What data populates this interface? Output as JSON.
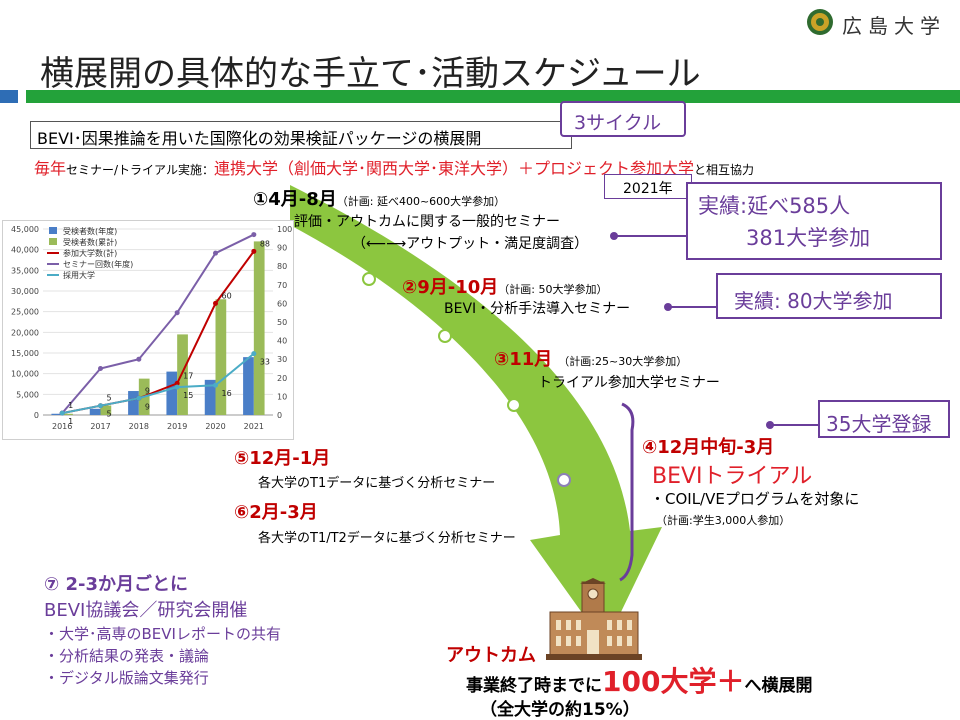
{
  "header": {
    "logo_text": "広島大学",
    "title": "横展開の具体的な手立て･活動スケジュール"
  },
  "colors": {
    "title_bar_blue": "#2e6db5",
    "title_bar_green": "#23a23a",
    "arrow_green": "#8cc63f",
    "accent_purple": "#6a3d9a",
    "accent_red": "#e0202a"
  },
  "package": {
    "label": "BEVI･因果推論を用いた国際化の効果検証パッケージの横展開",
    "cycles": "3サイクル"
  },
  "annual": {
    "prefix": "毎年",
    "middle": "セミナー/トライアル実施：",
    "partners": "連携大学（創価大学･関西大学･東洋大学）＋プロジェクト参加大学",
    "suffix_small": "と",
    "suffix_big": "相互協力"
  },
  "year_badge": "2021年",
  "results": {
    "r1_line1": "実績:延べ585人",
    "r1_line2": "381大学参加",
    "r2": "実績: 80大学参加",
    "r3": "35大学登録"
  },
  "steps": {
    "s1_title": "①4月-8月",
    "s1_plan": "（計画: 延べ400~600大学参加）",
    "s1_desc1": "評価・アウトカムに関する一般的セミナー",
    "s1_desc2": "（⟵⟶アウトプット・満足度調査）",
    "s2_title": "②9月-10月",
    "s2_plan": "（計画: 50大学参加）",
    "s2_desc": "BEVI・分析手法導入セミナー",
    "s3_title": "③11月",
    "s3_plan": "（計画:25~30大学参加）",
    "s3_desc": "トライアル参加大学セミナー",
    "s4_title": "④12月中旬-3月",
    "s4_sub": "BEVIトライアル",
    "s4_desc": "・COIL/VEプログラムを対象に",
    "s4_plan": "（計画:学生3,000人参加）",
    "s5_title": "⑤12月-1月",
    "s5_desc": "各大学のT1データに基づく分析セミナー",
    "s6_title": "⑥2月-3月",
    "s6_desc": "各大学のT1/T2データに基づく分析セミナー",
    "s7_title": "⑦ 2-3か月ごとに",
    "s7_sub": "BEVI協議会／研究会開催",
    "s7_items": [
      "・大学･高専のBEVIレポートの共有",
      "・分析結果の発表・議論",
      "・デジタル版論文集発行"
    ]
  },
  "outcome": {
    "label": "アウトカム",
    "line1_pre": "事業終了時までに",
    "line1_big": "100大学＋",
    "line1_post": "へ横展開",
    "line2": "（全大学の約15%）"
  },
  "chart_data": {
    "type": "bar+line",
    "categories": [
      "2016",
      "2017",
      "2018",
      "2019",
      "2020",
      "2021"
    ],
    "left_axis": {
      "ylim": [
        0,
        45000
      ],
      "ticks": [
        "0",
        "5,000",
        "10,000",
        "15,000",
        "20,000",
        "25,000",
        "30,000",
        "35,000",
        "40,000",
        "45,000"
      ]
    },
    "right_axis": {
      "ylim": [
        0,
        100
      ],
      "ticks": [
        "0",
        "10",
        "20",
        "30",
        "40",
        "50",
        "60",
        "70",
        "80",
        "90",
        "100"
      ]
    },
    "bar_series": [
      {
        "name": "受検者数(年度)",
        "color": "#4a7ec7",
        "axis": "left",
        "values": [
          300,
          1500,
          5800,
          10500,
          8500,
          14000
        ]
      },
      {
        "name": "受検者数(累計)",
        "color": "#9bbb59",
        "axis": "left",
        "values": [
          300,
          2300,
          8800,
          19500,
          28000,
          42000
        ]
      }
    ],
    "line_series": [
      {
        "name": "参加大学数(計)",
        "color": "#c00000",
        "axis": "right",
        "values": [
          1,
          5,
          9,
          17,
          60,
          88
        ]
      },
      {
        "name": "セミナー回数(年度)",
        "color": "#7b5fa8",
        "axis": "right",
        "values": [
          1,
          25,
          30,
          55,
          87,
          97
        ]
      },
      {
        "name": "採用大学",
        "color": "#4bacc6",
        "axis": "right",
        "values": [
          1,
          5,
          9,
          15,
          16,
          33
        ]
      }
    ],
    "data_labels": [
      {
        "series": "参加大学数(計)",
        "category": "2016",
        "text": "1"
      },
      {
        "series": "参加大学数(計)",
        "category": "2017",
        "text": "5"
      },
      {
        "series": "参加大学数(計)",
        "category": "2018",
        "text": "9"
      },
      {
        "series": "参加大学数(計)",
        "category": "2019",
        "text": "17"
      },
      {
        "series": "参加大学数(計)",
        "category": "2020",
        "text": "60"
      },
      {
        "series": "参加大学数(計)",
        "category": "2021",
        "text": "88"
      },
      {
        "series": "採用大学",
        "category": "2016",
        "text": "1"
      },
      {
        "series": "採用大学",
        "category": "2017",
        "text": "5"
      },
      {
        "series": "採用大学",
        "category": "2018",
        "text": "9"
      },
      {
        "series": "採用大学",
        "category": "2019",
        "text": "15"
      },
      {
        "series": "採用大学",
        "category": "2020",
        "text": "16"
      },
      {
        "series": "採用大学",
        "category": "2021",
        "text": "33"
      }
    ],
    "legend_position": "top-left",
    "grid": true
  }
}
